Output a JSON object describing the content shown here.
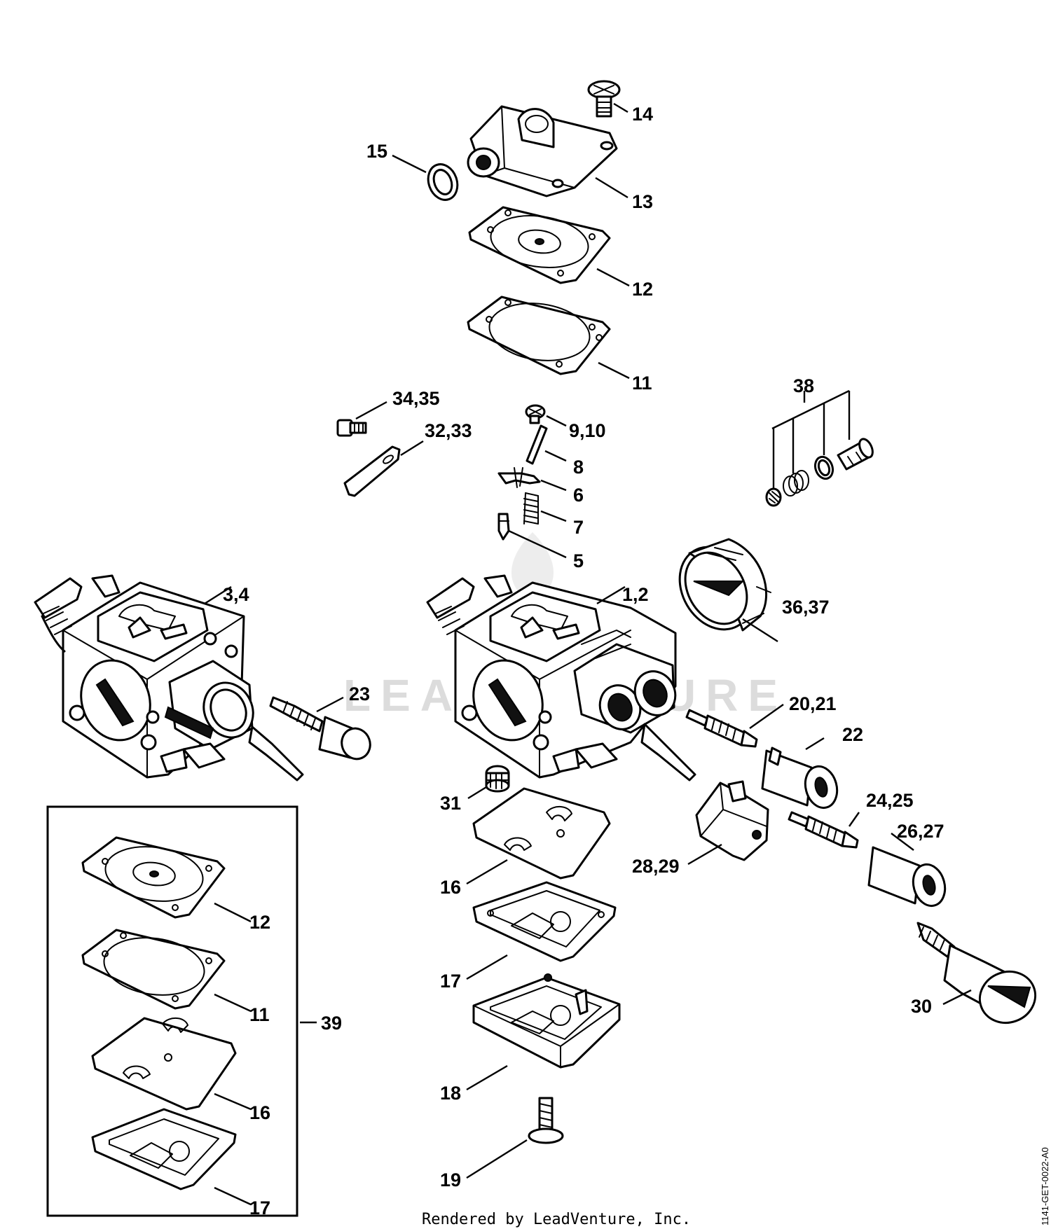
{
  "labels": {
    "p14": "14",
    "p15": "15",
    "p13": "13",
    "p12": "12",
    "p11": "11",
    "p34_35": "34,35",
    "p32_33": "32,33",
    "p9_10": "9,10",
    "p8": "8",
    "p6": "6",
    "p7": "7",
    "p5": "5",
    "p38": "38",
    "p36_37": "36,37",
    "p3_4": "3,4",
    "p1_2": "1,2",
    "p23": "23",
    "p20_21": "20,21",
    "p22": "22",
    "p31": "31",
    "p24_25": "24,25",
    "p26_27": "26,27",
    "p28_29": "28,29",
    "p16": "16",
    "p17": "17",
    "p30": "30",
    "p18": "18",
    "p19": "19",
    "kit_p12": "12",
    "kit_p11": "11",
    "kit_p16": "16",
    "kit_p17": "17",
    "kit_p39": "39"
  },
  "footer": "Rendered by LeadVenture, Inc.",
  "doc_id": "1141-GET-0022-A0",
  "watermark": "LEADVENTURE"
}
